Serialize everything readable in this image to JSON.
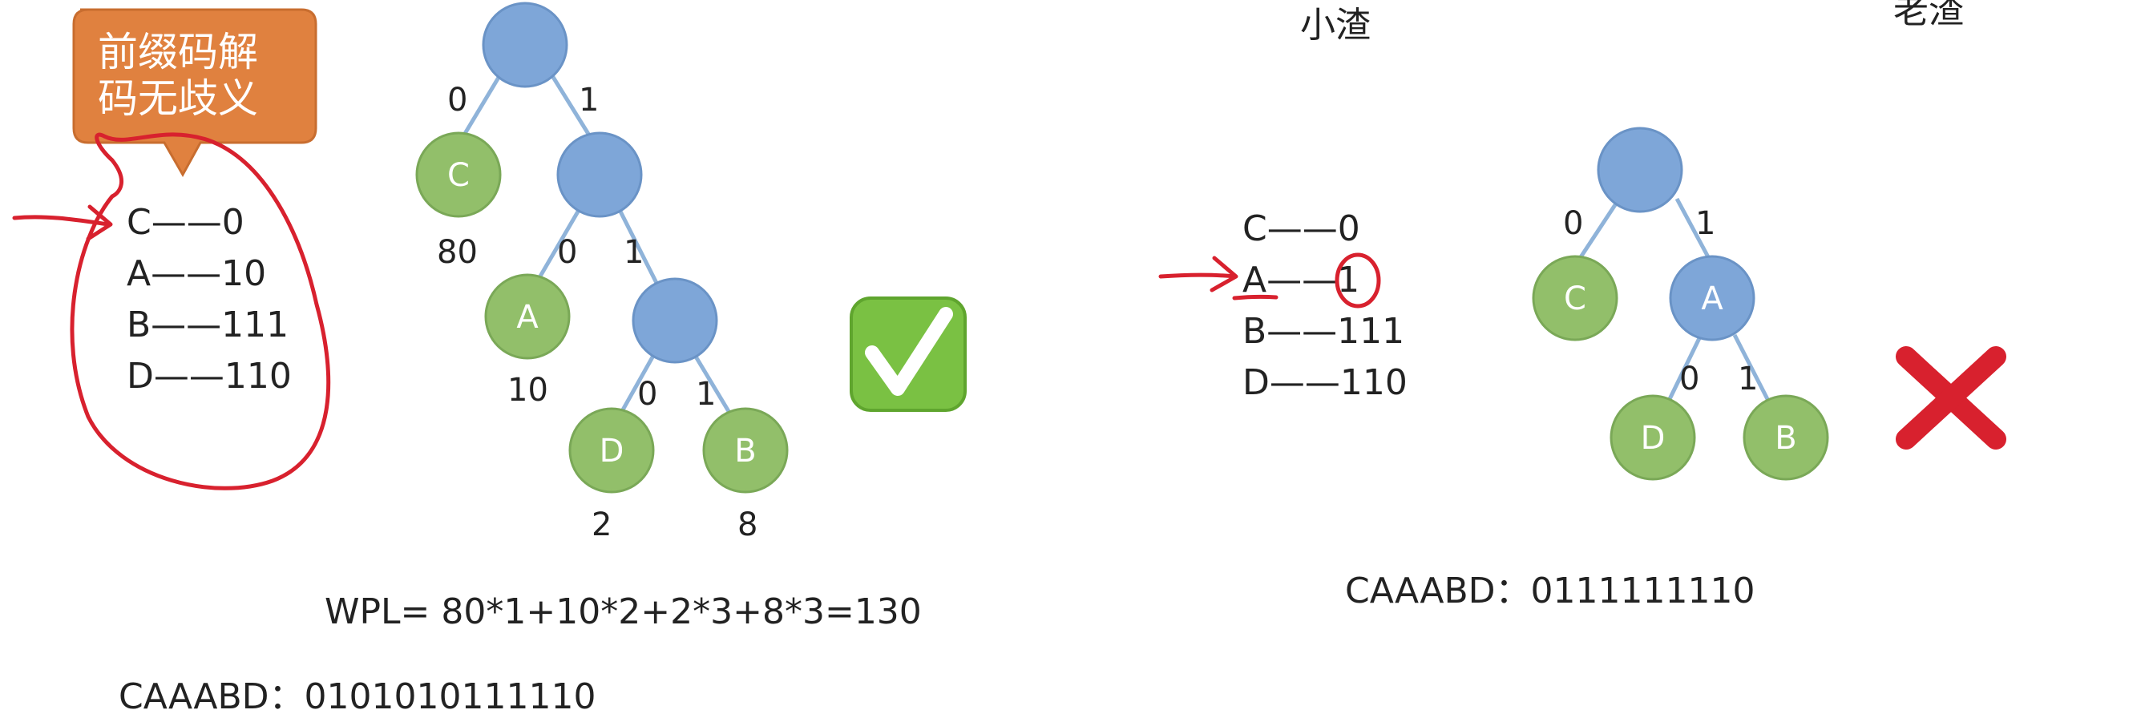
{
  "callout": {
    "line1": "前缀码解",
    "line2": "码无歧义"
  },
  "left_code_table": [
    {
      "label": "C——0"
    },
    {
      "label": "A——10"
    },
    {
      "label": "B——111"
    },
    {
      "label": "D——110"
    }
  ],
  "left_tree": {
    "nodes": {
      "C": "C",
      "A": "A",
      "D": "D",
      "B": "B"
    },
    "edges": {
      "e1": "0",
      "e2": "1",
      "e3": "0",
      "e4": "1",
      "e5": "0",
      "e6": "1"
    },
    "weights": {
      "C": "80",
      "A": "10",
      "D": "2",
      "B": "8"
    }
  },
  "wpl": "WPL= 80*1+10*2+2*3+8*3=130",
  "left_encoding": "CAAABD：0101010111110",
  "right_heading_1": "小渣",
  "right_heading_2": "老渣",
  "right_code_table": [
    {
      "label": "C——0"
    },
    {
      "label": "A——1"
    },
    {
      "label": "B——111"
    },
    {
      "label": "D——110"
    }
  ],
  "right_tree": {
    "nodes": {
      "C": "C",
      "A": "A",
      "D": "D",
      "B": "B"
    },
    "edges": {
      "e1": "0",
      "e2": "1",
      "e3": "0",
      "e4": "1"
    }
  },
  "right_encoding": "CAAABD：0111111110",
  "icons": {
    "valid": "check-mark-icon",
    "invalid": "cross-mark-icon"
  }
}
